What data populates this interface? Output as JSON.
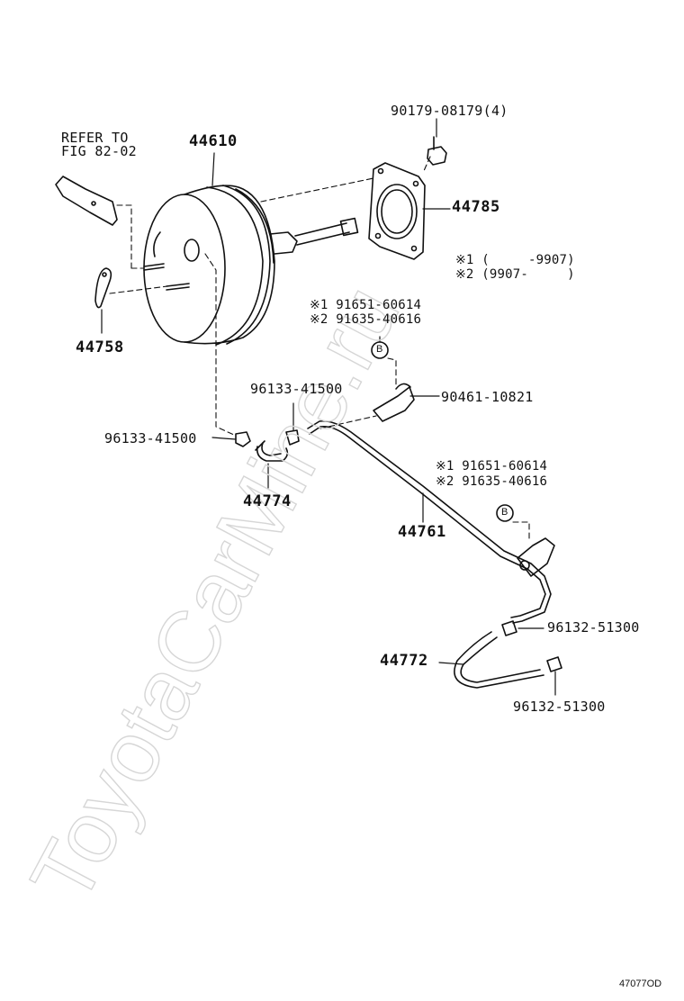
{
  "watermark": "ToyotaCarMine.ru",
  "refer": {
    "line1": "REFER TO",
    "line2": "FIG 82-02"
  },
  "parts": {
    "booster": "44610",
    "bolt": "90179-08179(4)",
    "gasket": "44785",
    "bracket": "44758",
    "clip_left_a": "96133-41500",
    "clip_left_b": "96133-41500",
    "hose_small": "44774",
    "clamp": "90461-10821",
    "tube": "44761",
    "hose_large": "44772",
    "clip_right_a": "96132-51300",
    "clip_right_b": "96132-51300"
  },
  "notes": {
    "n1": "※1 (     -9907)",
    "n2": "※2 (9907-     )"
  },
  "variants_upper": {
    "v1": "※1 91651-60614",
    "v2": "※2 91635-40616"
  },
  "variants_lower": {
    "v1": "※1 91651-60614",
    "v2": "※2 91635-40616"
  },
  "callout_letter": "B",
  "figure_code": "47077OD"
}
